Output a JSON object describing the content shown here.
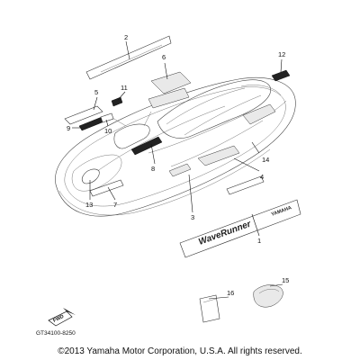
{
  "diagram": {
    "catalog_number": "GT34100-8250",
    "fwd_label": "FWD",
    "callouts": [
      "1",
      "2",
      "3",
      "4",
      "5",
      "6",
      "7",
      "8",
      "9",
      "10",
      "11",
      "12",
      "13",
      "14",
      "15",
      "16"
    ],
    "decal_text": "WaveRunner",
    "decal_badge": "YAMAHA"
  },
  "footer": {
    "copyright": "©2013 Yamaha Motor Corporation, U.S.A. All rights reserved."
  }
}
